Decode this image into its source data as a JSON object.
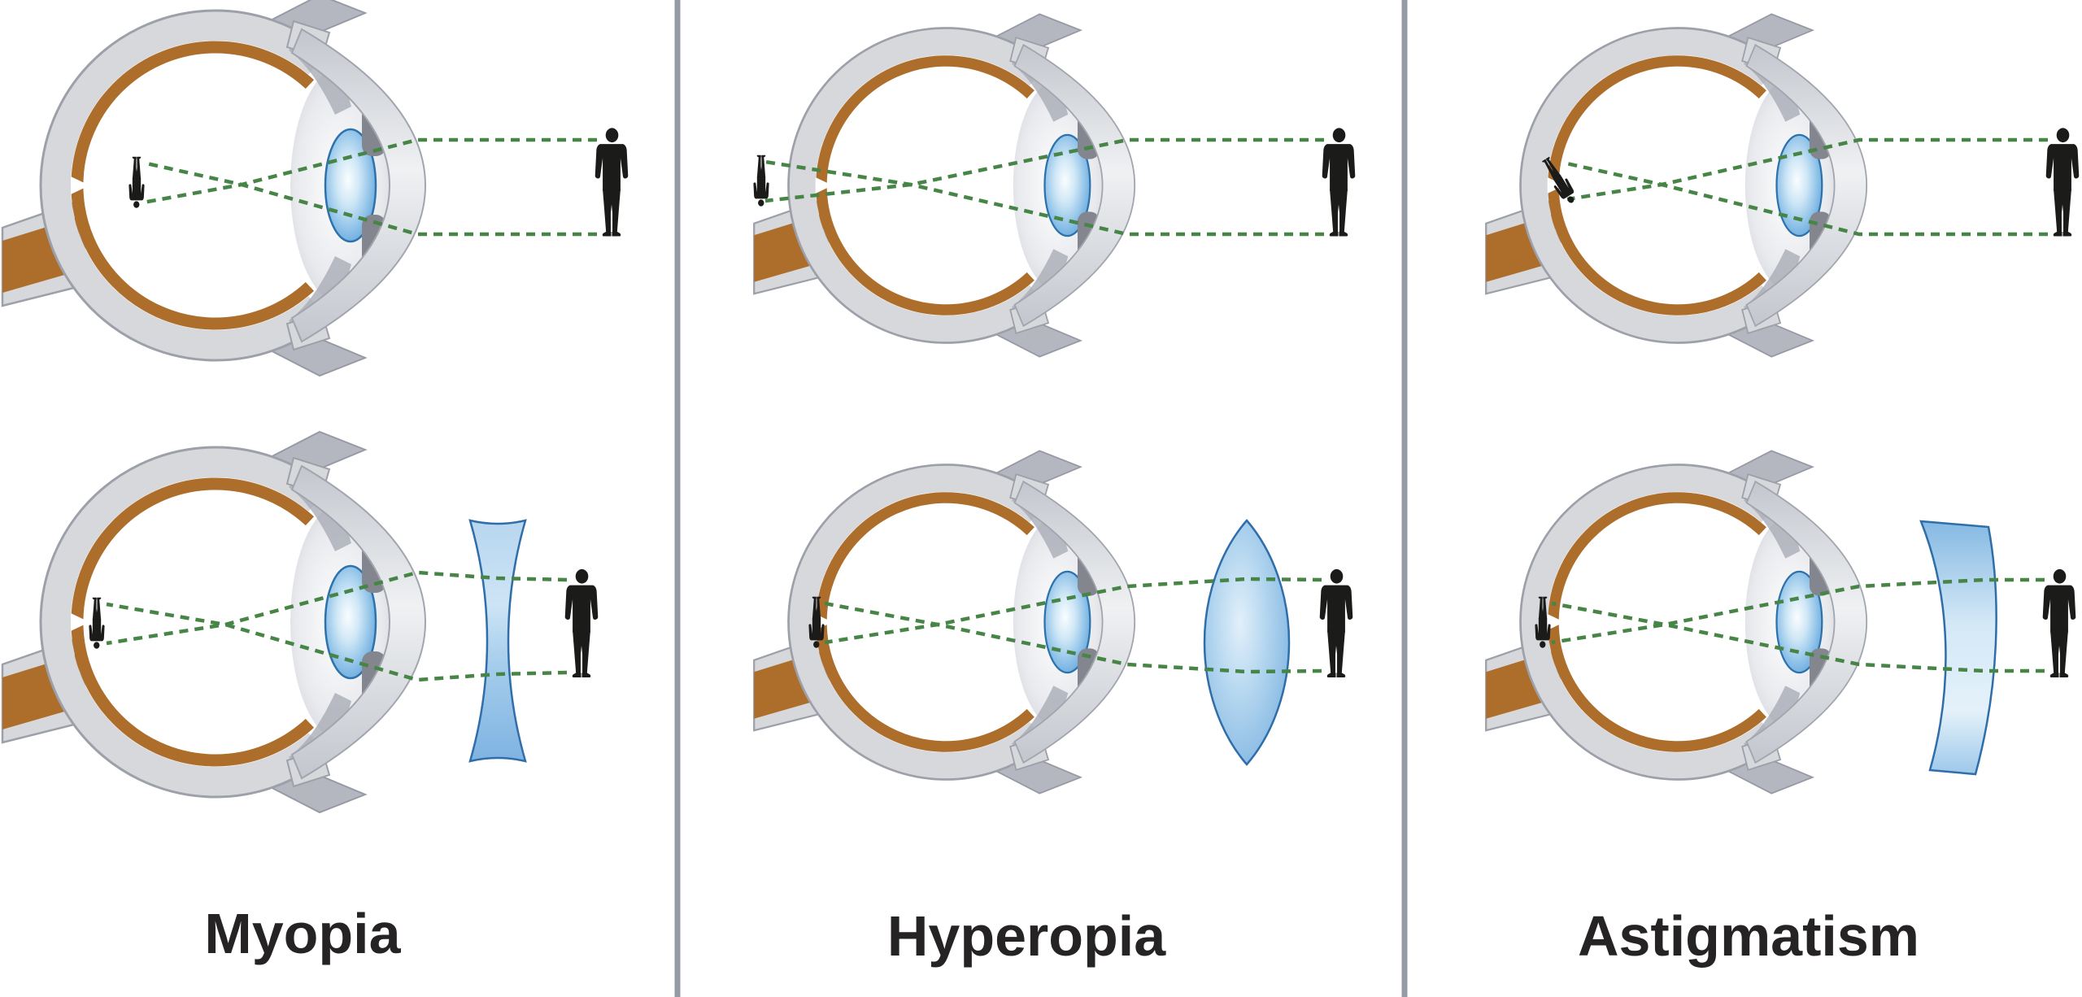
{
  "figure": {
    "description": "Eye refractive error diagram: three columns, each showing an eye cross-section focusing light from a person, uncorrected (top) and corrected with a lens (bottom)",
    "columns": [
      {
        "label": "Myopia",
        "corrective_lens": "concave-lens"
      },
      {
        "label": "Hyperopia",
        "corrective_lens": "convex-lens"
      },
      {
        "label": "Astigmatism",
        "corrective_lens": "meniscus-lens"
      }
    ]
  },
  "colors": {
    "background": "#ffffff",
    "ray_green": "#478547",
    "sclera_gray": "#d7d8dc",
    "sclera_edge_gray": "#9da0a9",
    "choroid_brown": "#ae6e2b",
    "eye_lens_blue": "#4a94cf",
    "corrective_lens_blue": "#8fc0e7",
    "lens_outline_blue": "#2f6ea8",
    "iris_gray": "#83858f",
    "silhouette_black": "#1b1b19",
    "divider_gray": "#949aa6",
    "label_text": "#262324"
  }
}
